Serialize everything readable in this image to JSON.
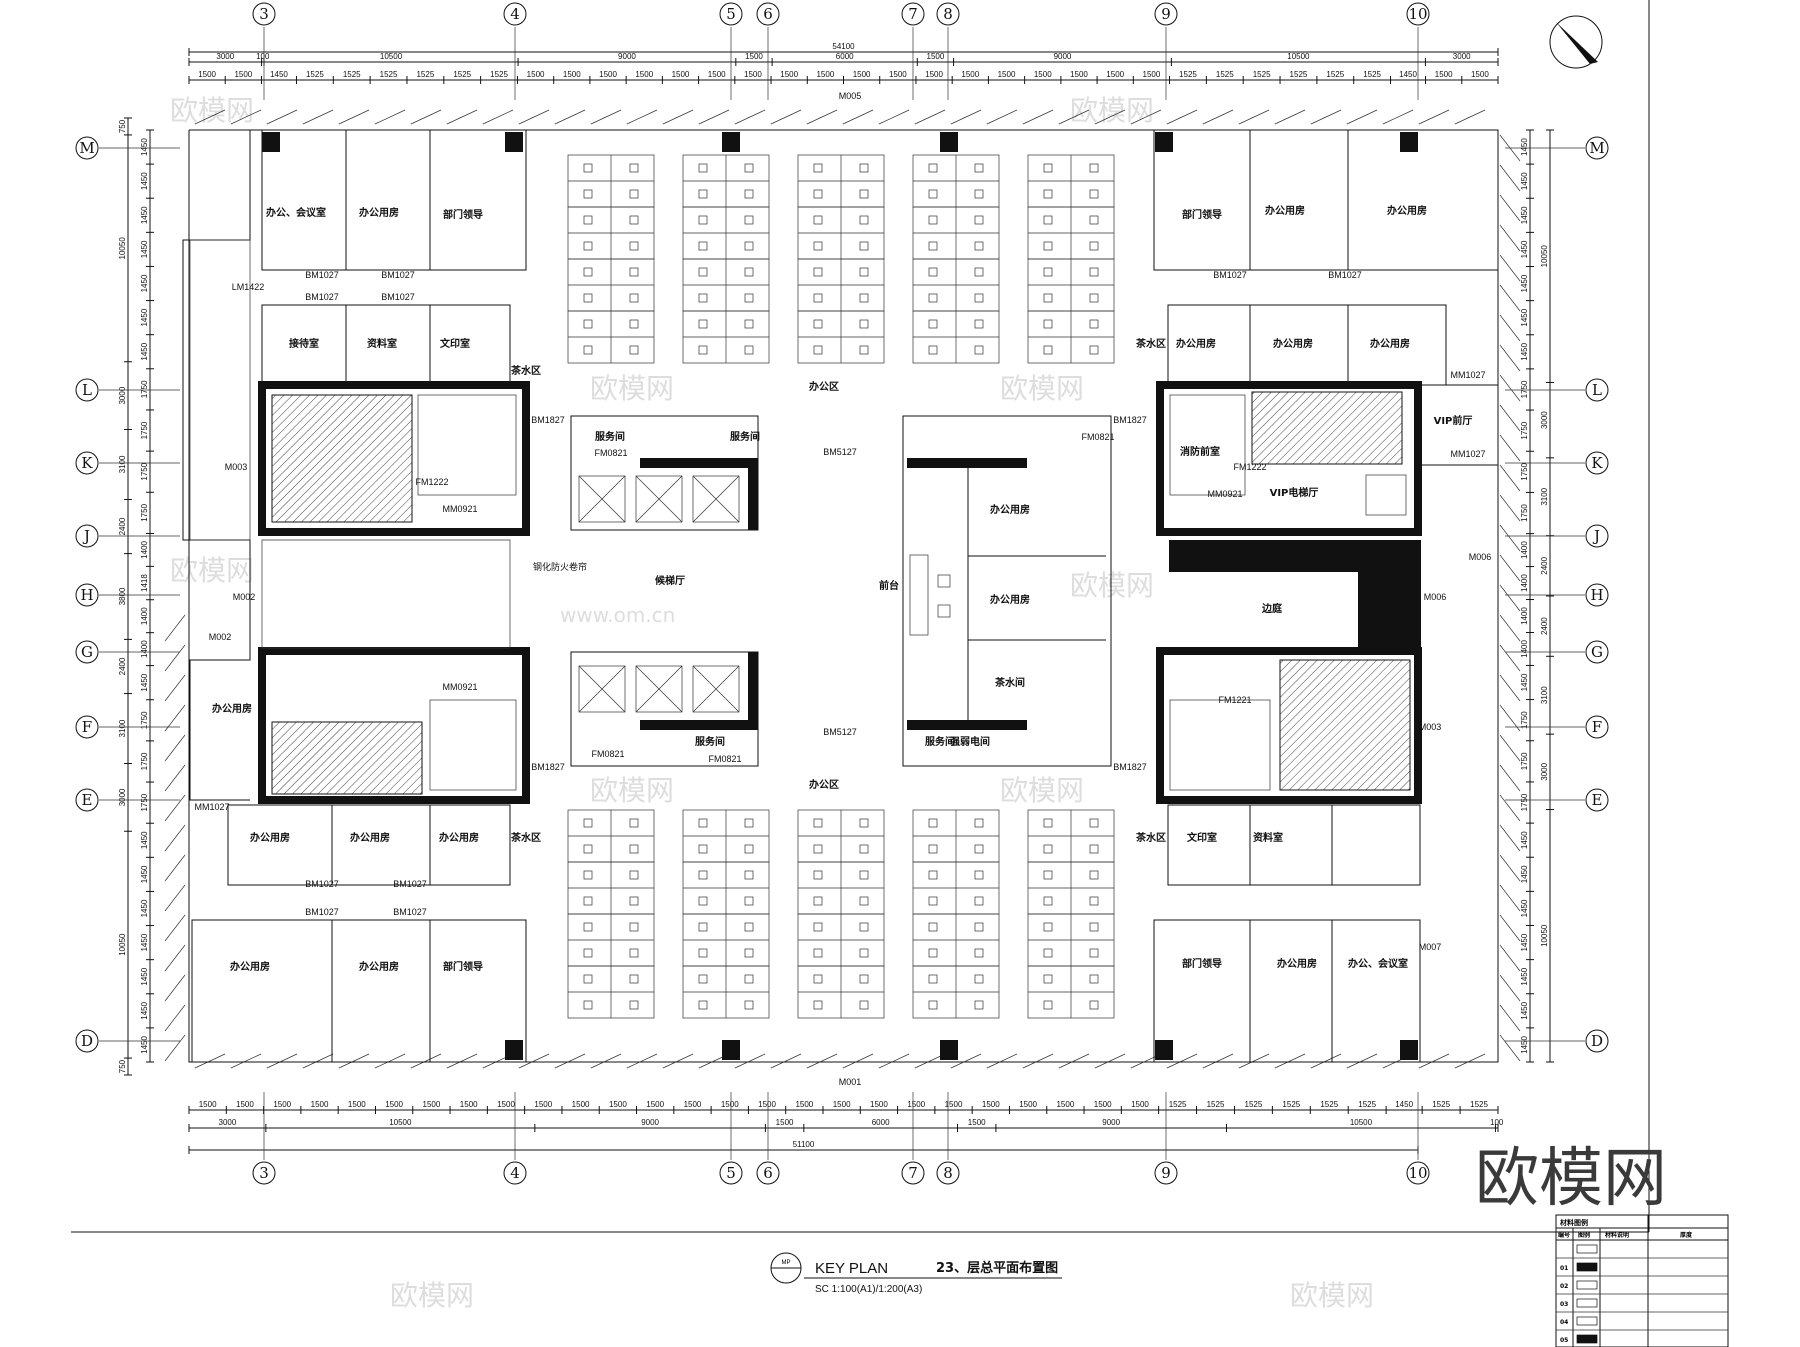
{
  "drawing": {
    "title_no": "23、层总平面布置图",
    "key_plan_label": "KEY PLAN",
    "key_plan_symbol": "MP",
    "scale": "SC 1:100(A1)/1:200(A3)",
    "watermark": "欧模网",
    "watermark_url": "www.om.cn"
  },
  "grid": {
    "columns": [
      "3",
      "4",
      "5",
      "6",
      "7",
      "8",
      "9",
      "10"
    ],
    "rows": [
      "M",
      "L",
      "K",
      "J",
      "H",
      "G",
      "F",
      "E",
      "D"
    ]
  },
  "dimensions": {
    "top_total": "54100",
    "top_mid": [
      "3000",
      "100",
      "10500",
      "9000",
      "1500",
      "6000",
      "1500",
      "9000",
      "10500",
      "3000"
    ],
    "top_fine": [
      "1500",
      "1500",
      "1450",
      "1525",
      "1525",
      "1525",
      "1525",
      "1525",
      "1525",
      "1500",
      "1500",
      "1500",
      "1500",
      "1500",
      "1500",
      "1500",
      "1500",
      "1500",
      "1500",
      "1500",
      "1500",
      "1500",
      "1500",
      "1500",
      "1500",
      "1500",
      "1500",
      "1525",
      "1525",
      "1525",
      "1525",
      "1525",
      "1525",
      "1450",
      "1500",
      "1500"
    ],
    "bottom_total": "51100",
    "bottom_mid": [
      "3000",
      "10500",
      "9000",
      "1500",
      "6000",
      "1500",
      "9000",
      "10500",
      "100"
    ],
    "bottom_fine": [
      "1500",
      "1500",
      "1500",
      "1500",
      "1500",
      "1500",
      "1500",
      "1500",
      "1500",
      "1500",
      "1500",
      "1500",
      "1500",
      "1500",
      "1500",
      "1500",
      "1500",
      "1500",
      "1500",
      "1500",
      "1500",
      "1500",
      "1500",
      "1500",
      "1500",
      "1500",
      "1525",
      "1525",
      "1525",
      "1525",
      "1525",
      "1525",
      "1450",
      "1525",
      "1525"
    ],
    "left_mid": [
      "750",
      "10050",
      "3000",
      "3100",
      "2400",
      "3800",
      "2400",
      "3100",
      "3000",
      "10050",
      "750"
    ],
    "left_fine": [
      "1450",
      "1450",
      "1450",
      "1450",
      "1450",
      "1450",
      "1450",
      "1750",
      "1750",
      "1750",
      "1750",
      "1400",
      "1418",
      "1400",
      "1400",
      "1450",
      "1750",
      "1750",
      "1750",
      "1450",
      "1450",
      "1450",
      "1450",
      "1450",
      "1450",
      "1450"
    ],
    "right_mid": [
      "10050",
      "3000",
      "3100",
      "2400",
      "2400",
      "3100",
      "3000",
      "10050"
    ],
    "right_fine": [
      "1450",
      "1450",
      "1450",
      "1450",
      "1450",
      "1450",
      "1450",
      "1750",
      "1750",
      "1750",
      "1750",
      "1400",
      "1400",
      "1400",
      "1400",
      "1450",
      "1750",
      "1750",
      "1750",
      "1450",
      "1450",
      "1450",
      "1450",
      "1450",
      "1450",
      "1450"
    ]
  },
  "rooms": [
    "办公、会议室",
    "办公用房",
    "部门领导",
    "接待室",
    "资料室",
    "文印室",
    "茶水区",
    "办公用房",
    "办公用房",
    "办公用房",
    "办公用房",
    "茶水区",
    "办公用房",
    "办公用房",
    "部门领导",
    "办公区",
    "候梯厅",
    "前台",
    "办公用房",
    "办公用房",
    "茶水间",
    "办公区",
    "部门领导",
    "办公用房",
    "办公用房",
    "茶水区",
    "办公用房",
    "办公用房",
    "办公用房",
    "VIP前厅",
    "VIP电梯厅",
    "边庭",
    "茶水区",
    "文印室",
    "资料室",
    "部门领导",
    "办公用房",
    "办公、会议室",
    "服务间",
    "服务间",
    "服务间",
    "服务间",
    "强弱电间",
    "消防前室"
  ],
  "door_tags": [
    "M005",
    "M001",
    "BM5127",
    "BM5127",
    "BM1027",
    "BM1027",
    "BM1027",
    "BM1027",
    "BM1027",
    "BM1027",
    "BM1027",
    "BM1027",
    "BM1027",
    "BM1027",
    "BM1827",
    "BM1827",
    "BM1827",
    "BM1827",
    "MM1027",
    "MM1027",
    "MM1027",
    "M006",
    "M006",
    "M003",
    "M003",
    "M002",
    "M002",
    "M007",
    "LM1422",
    "FM1222",
    "FM1222",
    "FM1221",
    "MM0921",
    "MM0921",
    "MM0921",
    "FM0821",
    "FM0821",
    "FM0821",
    "FM0821",
    "钢化防火卷帘"
  ],
  "legend": {
    "header": "材料图例",
    "columns": [
      "编号",
      "图例",
      "材料说明",
      "厚度"
    ],
    "rows": [
      "",
      "01",
      "02",
      "03",
      "04",
      "05"
    ]
  }
}
